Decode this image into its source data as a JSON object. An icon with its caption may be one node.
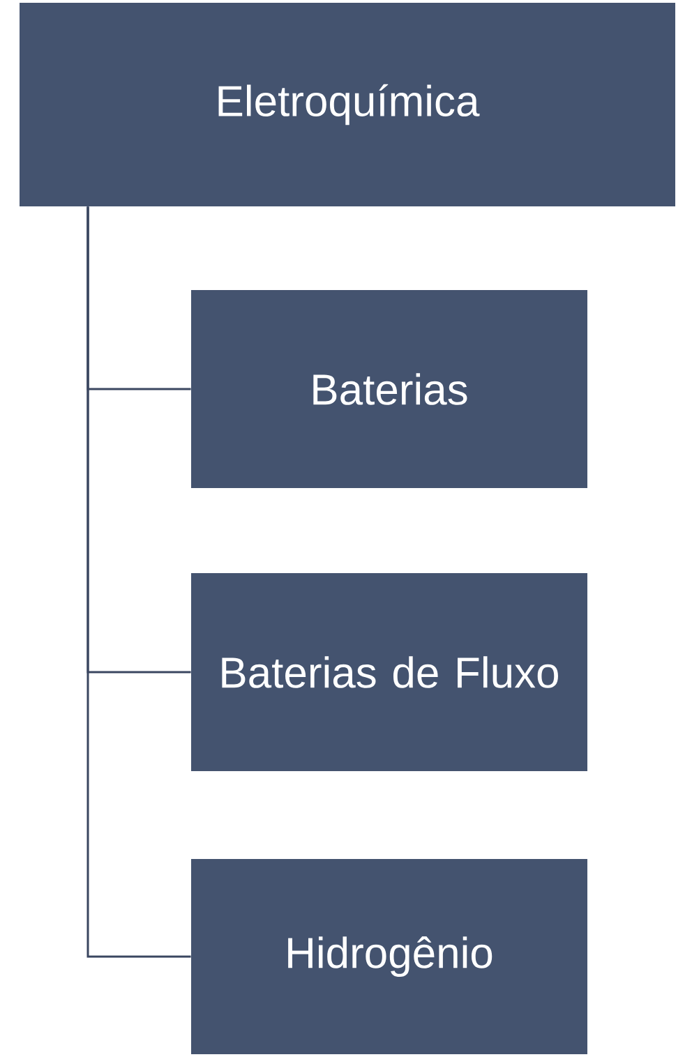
{
  "diagram": {
    "nodes": [
      {
        "text": [
          "Eletroquímica"
        ]
      },
      {
        "text": [
          "Baterias"
        ]
      },
      {
        "text": [
          "Baterias de Fluxo"
        ]
      },
      {
        "text": [
          "Hidrogênio"
        ]
      }
    ],
    "edges": [
      {
        "from": 0,
        "to": 1,
        "arrow": "none"
      },
      {
        "from": 0,
        "to": 2,
        "arrow": "none"
      },
      {
        "from": 0,
        "to": 3,
        "arrow": "none"
      }
    ]
  }
}
